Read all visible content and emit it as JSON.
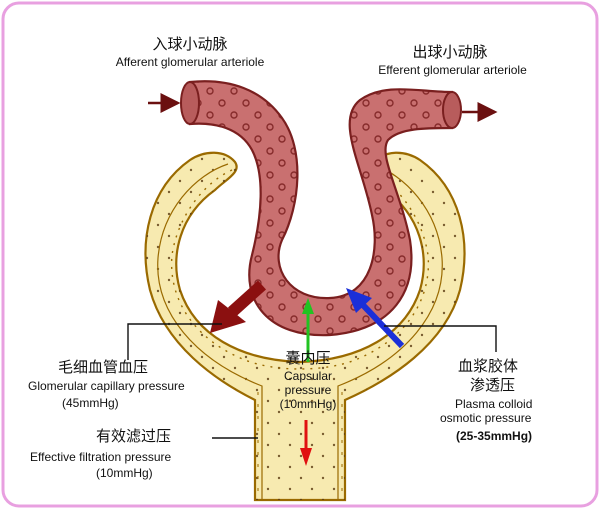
{
  "labels": {
    "afferent_zh": "入球小动脉",
    "afferent_en": "Afferent glomerular arteriole",
    "efferent_zh": "出球小动脉",
    "efferent_en": "Efferent glomerular arteriole",
    "gcp_zh": "毛细血管血压",
    "gcp_en": "Glomerular capillary pressure",
    "gcp_value": "(45mmHg)",
    "capsular_zh": "囊内压",
    "capsular_en_1": "Capsular",
    "capsular_en_2": "pressure",
    "capsular_value": "(10mmHg)",
    "colloid_zh_1": "血浆胶体",
    "colloid_zh_2": "渗透压",
    "colloid_en_1": "Plasma colloid",
    "colloid_en_2": "osmotic pressure",
    "colloid_value": "(25-35mmHg)",
    "efp_zh": "有效滤过压",
    "efp_en": "Effective filtration pressure",
    "efp_value": "(10mmHg)"
  },
  "colors": {
    "frame_border": "#e8a0e0",
    "vessel_fill": "#c97070",
    "vessel_outline": "#7a1f1f",
    "capsule_fill": "#f7eab0",
    "capsule_outline": "#9a6a00",
    "arrow_gcp": "#8b1010",
    "arrow_capsular": "#22c322",
    "arrow_colloid": "#1a2fd8",
    "arrow_efp": "#e01010"
  }
}
